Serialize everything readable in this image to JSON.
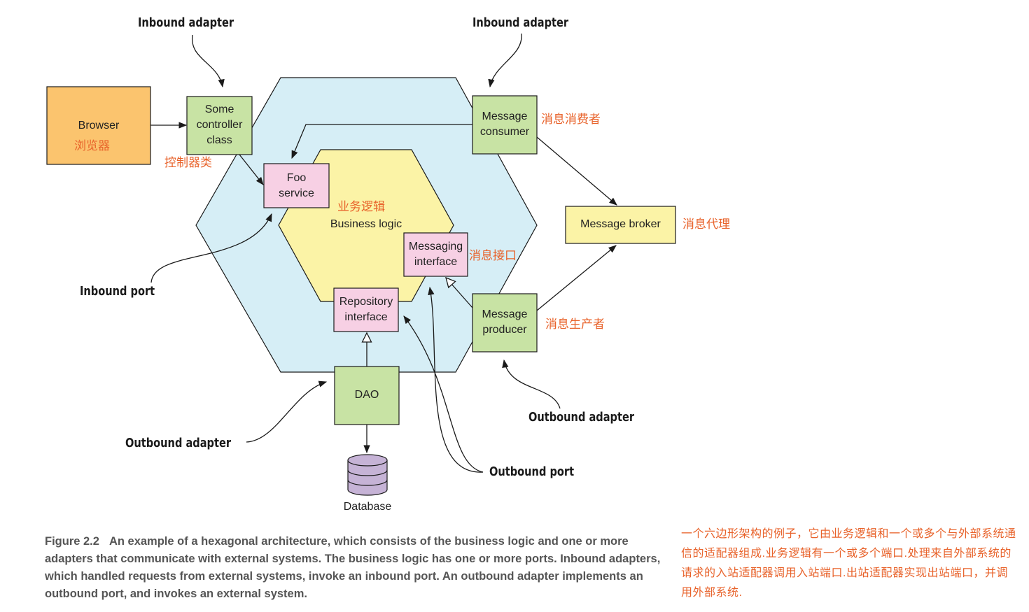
{
  "labels": {
    "browser": "Browser",
    "browser_cn": "浏览器",
    "controller_line1": "Some",
    "controller_line2": "controller",
    "controller_line3": "class",
    "controller_cn": "控制器类",
    "foo_line1": "Foo",
    "foo_line2": "service",
    "business_cn": "业务逻辑",
    "business": "Business logic",
    "messaging_line1": "Messaging",
    "messaging_line2": "interface",
    "messaging_cn": "消息接口",
    "repository_line1": "Repository",
    "repository_line2": "interface",
    "consumer_line1": "Message",
    "consumer_line2": "consumer",
    "consumer_cn": "消息消费者",
    "producer_line1": "Message",
    "producer_line2": "producer",
    "producer_cn": "消息生产者",
    "broker": "Message broker",
    "broker_cn": "消息代理",
    "dao": "DAO",
    "database": "Database"
  },
  "callouts": {
    "inbound_adapter": "Inbound adapter",
    "inbound_port": "Inbound port",
    "outbound_adapter": "Outbound adapter",
    "outbound_port": "Outbound port"
  },
  "caption": {
    "figure": "Figure 2.2",
    "text": "An example of a hexagonal architecture, which consists of the business logic and one or more adapters that communicate with external systems. The business logic has one or more ports. Inbound adapters, which handled requests from external systems, invoke an inbound port. An outbound adapter implements an outbound port, and invokes an external system."
  },
  "caption_cn": "一个六边形架构的例子，它由业务逻辑和一个或多个与外部系统通信的适配器组成.业务逻辑有一个或多个端口.处理来自外部系统的请求的入站适配器调用入站端口.出站适配器实现出站端口，并调用外部系统.",
  "colors": {
    "outer_hex": "#d6eef6",
    "inner_hex": "#fbf3a6",
    "adapter_box": "#c8e3a4",
    "port_box": "#f7d0e4",
    "browser_box": "#fbc46e",
    "broker_box": "#fbf3a6",
    "database": "#c6b3d6",
    "cn_text": "#e8622a"
  }
}
